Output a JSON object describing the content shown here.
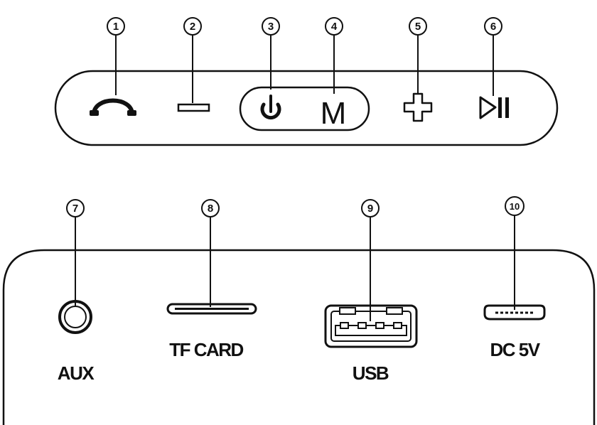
{
  "top_panel": {
    "callouts": [
      {
        "number": "1",
        "icon": "phone-handset-icon"
      },
      {
        "number": "2",
        "icon": "minus-icon"
      },
      {
        "number": "3",
        "icon": "power-icon"
      },
      {
        "number": "4",
        "icon": "mode-m-icon",
        "glyph": "M"
      },
      {
        "number": "5",
        "icon": "plus-icon"
      },
      {
        "number": "6",
        "icon": "play-pause-icon"
      }
    ]
  },
  "bottom_panel": {
    "callouts": [
      {
        "number": "7",
        "label": "AUX",
        "icon": "aux-jack-icon"
      },
      {
        "number": "8",
        "label": "TF CARD",
        "icon": "tf-card-slot-icon"
      },
      {
        "number": "9",
        "label": "USB",
        "icon": "usb-port-icon"
      },
      {
        "number": "10",
        "label": "DC 5V",
        "icon": "micro-usb-port-icon"
      }
    ]
  }
}
